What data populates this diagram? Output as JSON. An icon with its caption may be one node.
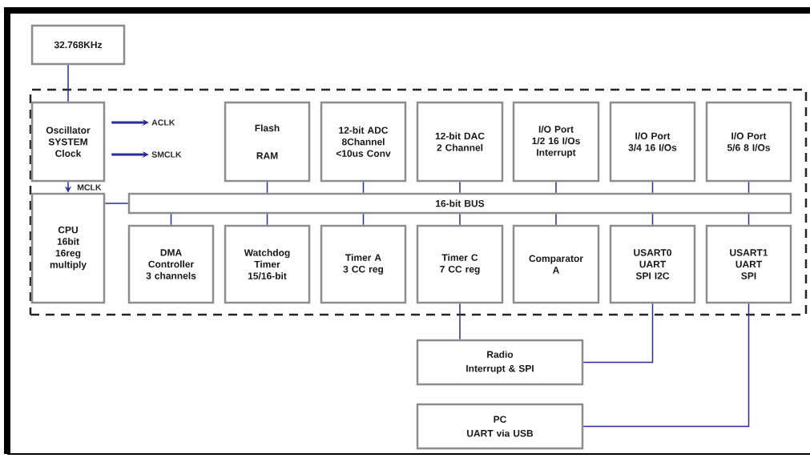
{
  "diagram": {
    "nodes": [
      {
        "text": [
          "32.768KHz"
        ]
      },
      {
        "text": [],
        "shape": "box"
      },
      {
        "text": [
          "Oscillator SYSTEM Clock"
        ],
        "in": 1
      },
      {
        "text": [
          "ACLK"
        ],
        "in": 1
      },
      {
        "text": [
          "SMCLK"
        ],
        "in": 1
      },
      {
        "text": [
          "Flash",
          "RAM"
        ],
        "in": 1
      },
      {
        "text": [
          "12-bit ADC 8Channel <10us Conv"
        ],
        "in": 1
      },
      {
        "text": [
          "12-bit DAC 2 Channel"
        ],
        "in": 1
      },
      {
        "text": [
          "I/O Port 1/2 16 I/Os Interrupt"
        ],
        "in": 1
      },
      {
        "text": [
          "I/O Port 3/4 16 I/Os"
        ],
        "in": 1
      },
      {
        "text": [
          "I/O Port 5/6 8 I/Os"
        ],
        "in": 1
      },
      {
        "text": [
          "CPU 16bit 16reg multiply"
        ],
        "in": 1
      },
      {
        "text": [
          "16-bit BUS"
        ],
        "in": 1
      },
      {
        "text": [
          "DMA Controller 3 channels"
        ],
        "in": 1
      },
      {
        "text": [
          "Watchdog Timer 15/16-bit"
        ],
        "in": 1
      },
      {
        "text": [
          "Timer A 3 CC reg"
        ],
        "in": 1
      },
      {
        "text": [
          "Timer C 7 CC reg"
        ],
        "in": 1
      },
      {
        "text": [
          "Comparator A"
        ],
        "in": 1
      },
      {
        "text": [
          "USART0 UART SPI I2C"
        ],
        "in": 1
      },
      {
        "text": [
          "USART1 UART SPI"
        ],
        "in": 1
      },
      {
        "text": [
          "Radio",
          "Interrupt & SPI"
        ]
      },
      {
        "text": [
          "PC",
          "UART via USB"
        ]
      }
    ],
    "edges": [
      {
        "from": 0,
        "to": 2,
        "arrow": "none"
      },
      {
        "from": 2,
        "to": 3,
        "arrow": "to",
        "style": "thick"
      },
      {
        "from": 2,
        "to": 4,
        "arrow": "to",
        "style": "thick"
      },
      {
        "from": 2,
        "to": 11,
        "arrow": "to",
        "label": "MCLK"
      },
      {
        "from": 11,
        "to": 12,
        "arrow": "none"
      },
      {
        "from": 5,
        "to": 12,
        "arrow": "none"
      },
      {
        "from": 6,
        "to": 12,
        "arrow": "none"
      },
      {
        "from": 7,
        "to": 12,
        "arrow": "none"
      },
      {
        "from": 8,
        "to": 12,
        "arrow": "none"
      },
      {
        "from": 9,
        "to": 12,
        "arrow": "none"
      },
      {
        "from": 10,
        "to": 12,
        "arrow": "none"
      },
      {
        "from": 12,
        "to": 13,
        "arrow": "none"
      },
      {
        "from": 12,
        "to": 14,
        "arrow": "none"
      },
      {
        "from": 12,
        "to": 15,
        "arrow": "none"
      },
      {
        "from": 12,
        "to": 16,
        "arrow": "none"
      },
      {
        "from": 12,
        "to": 17,
        "arrow": "none"
      },
      {
        "from": 12,
        "to": 18,
        "arrow": "none"
      },
      {
        "from": 12,
        "to": 19,
        "arrow": "none"
      },
      {
        "from": 16,
        "to": 20,
        "arrow": "none"
      },
      {
        "from": 18,
        "to": 20,
        "arrow": "none"
      },
      {
        "from": 19,
        "to": 21,
        "arrow": "none"
      }
    ]
  }
}
